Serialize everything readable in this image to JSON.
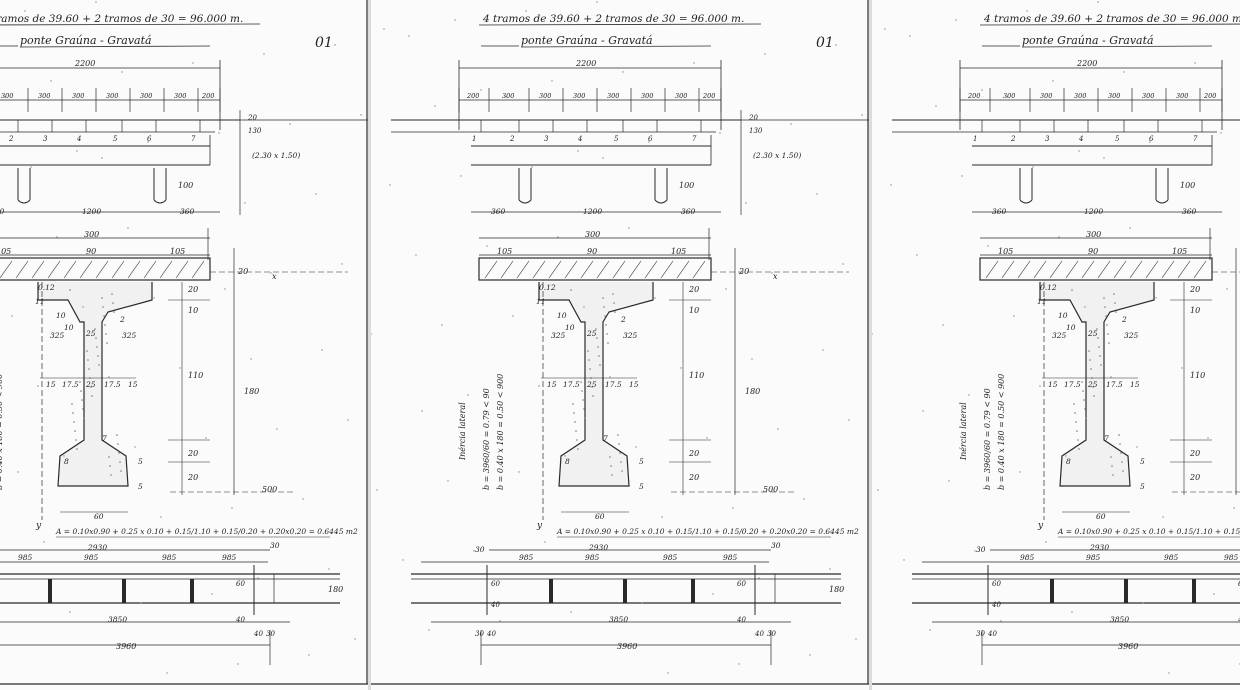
{
  "drawing": {
    "header_line1": "4 tramos de 39.60 + 2 tramos de 30 = 96.000 m.",
    "header_line2": "ponte Graúna - Gravatá",
    "sheet_number": "01",
    "plan": {
      "overall": "2200",
      "spans": [
        "200",
        "300",
        "300",
        "300",
        "300",
        "300",
        "300",
        "200"
      ],
      "beam_marks": [
        "1",
        "2",
        "3",
        "4",
        "5",
        "6",
        "7"
      ],
      "right_dims": [
        "20",
        "130",
        "(2.30 x 1.50)"
      ],
      "pile_height": "100",
      "bottom_dims": [
        "360",
        "1200",
        "360"
      ]
    },
    "section": {
      "top_width": "300",
      "flange_dims": [
        "105",
        "90",
        "105"
      ],
      "slab_thickness": "20",
      "x_label": "x",
      "web_labels": [
        "0.12",
        "11",
        "10",
        "2",
        "10",
        "325",
        "25",
        "325"
      ],
      "mid_labels": [
        "15",
        "17.5",
        "25",
        "17.5",
        "15"
      ],
      "bottom_labels": [
        "7",
        "8",
        "5",
        "5"
      ],
      "right_dims": [
        "20",
        "10",
        "110",
        "180",
        "20",
        "20"
      ],
      "bottom_width": "60",
      "y_label": "y",
      "soc_label": "500",
      "side_text_1": "Inércia lateral",
      "side_text_2": "b = 3960/60 = 0.79 < 90",
      "side_text_3": "b = 0.40 x 180 = 0.50 < 900",
      "area_formula": "A = 0.10x0.90 + 0.25 x 0.10 + 0.15/1.10 + 0.15/0.20 + 0.20x0.20 = 0.6445 m2"
    },
    "elevation": {
      "top_dims": [
        "30",
        "2930",
        "30"
      ],
      "segments": [
        "985",
        "985",
        "985",
        "985"
      ],
      "left_marks": [
        "60",
        "40"
      ],
      "right_marks": [
        "60",
        "40"
      ],
      "height": "180",
      "bottom_dims": [
        "30",
        "40",
        "3850",
        "40",
        "30"
      ],
      "total": "3960"
    }
  }
}
